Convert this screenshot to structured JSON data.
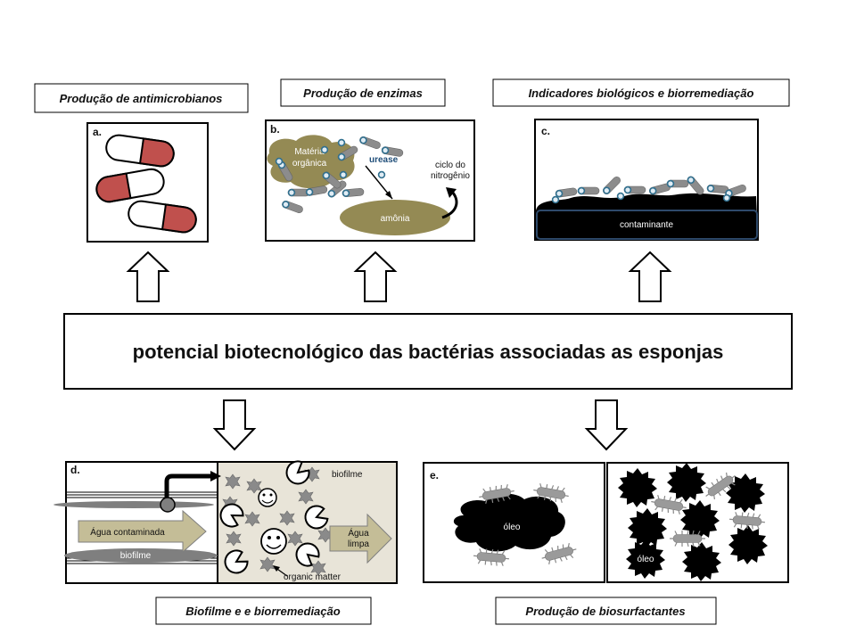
{
  "central": {
    "title": "potencial biotecnológico das bactérias associadas as esponjas"
  },
  "panels": {
    "a": {
      "letter": "a.",
      "caption": "Produção de antimicrobianos"
    },
    "b": {
      "letter": "b.",
      "caption": "Produção de enzimas",
      "organic": [
        "Matéria",
        "orgânica"
      ],
      "enzyme": "urease",
      "product": "amônia",
      "cycle": [
        "ciclo do",
        "nitrogênio"
      ]
    },
    "c": {
      "letter": "c.",
      "caption": "Indicadores biológicos e biorremediação",
      "contaminant": "contaminante"
    },
    "d": {
      "letter": "d.",
      "caption": "Biofilme e e biorremediação",
      "water_in": "Água contaminada",
      "biofilm_left": "biofilme",
      "biofilm_right": "biofilme",
      "water_out": [
        "Água",
        "limpa"
      ],
      "organic": "organic matter"
    },
    "e": {
      "letter": "e.",
      "caption": "Produção de biosurfactantes",
      "oil_left": "óleo",
      "oil_right": "óleo"
    }
  },
  "colors": {
    "capsule_red": "#c0504d",
    "olive": "#948a54",
    "bacteria": "#8c8c8c",
    "bacteria_spot": "#31708f",
    "water_box": "#e8e4d8",
    "arrow_fill": "#c4bd97"
  }
}
